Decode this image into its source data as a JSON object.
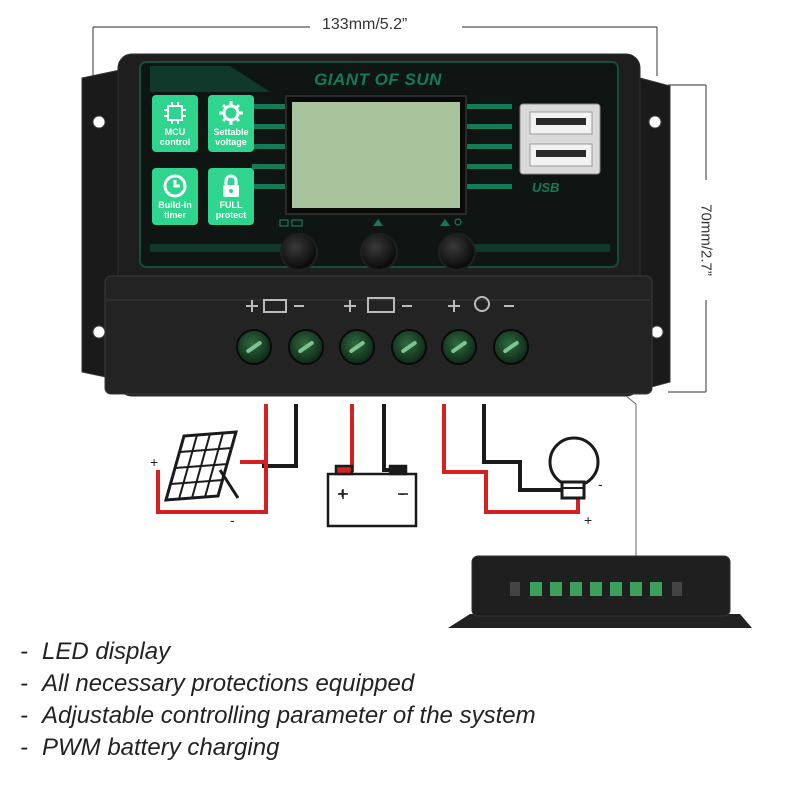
{
  "dimensions": {
    "width_label": "133mm/5.2”",
    "height_label": "70mm/2.7”"
  },
  "device": {
    "brand": "GIANT OF SUN",
    "usb_label": "USB",
    "feature_icons": [
      {
        "label_line1": "MCU",
        "label_line2": "control",
        "icon": "chip-icon"
      },
      {
        "label_line1": "Settable",
        "label_line2": "voltage",
        "icon": "gear-icon"
      },
      {
        "label_line1": "Build-in",
        "label_line2": "timer",
        "icon": "clock-icon"
      },
      {
        "label_line1": "FULL",
        "label_line2": "protect",
        "icon": "lock-icon"
      }
    ],
    "colors": {
      "accent": "#2fd48e",
      "body": "#1c1c1c",
      "lcd": "#a9c39c",
      "positive_wire": "#d42020",
      "negative_wire": "#1a1a1a"
    }
  },
  "wiring": {
    "solar_panel_plus": "+",
    "solar_panel_minus": "-",
    "battery_plus": "+",
    "battery_minus": "-",
    "load_plus": "+",
    "load_minus": "-"
  },
  "features": [
    "LED display",
    "All necessary protections equipped",
    "Adjustable controlling parameter of the system",
    "PWM battery charging"
  ],
  "feature_dash": "-"
}
